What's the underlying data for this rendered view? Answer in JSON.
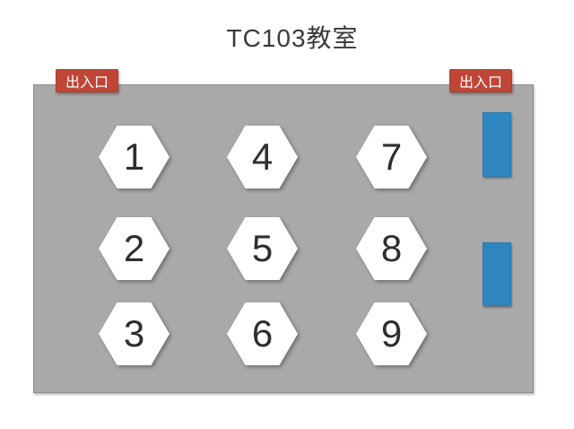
{
  "page": {
    "title": "TC103教室"
  },
  "entrances": [
    {
      "label": "出入口",
      "position": "top-left"
    },
    {
      "label": "出入口",
      "position": "top-right"
    }
  ],
  "seats": [
    {
      "label": "1"
    },
    {
      "label": "2"
    },
    {
      "label": "3"
    },
    {
      "label": "4"
    },
    {
      "label": "5"
    },
    {
      "label": "6"
    },
    {
      "label": "7"
    },
    {
      "label": "8"
    },
    {
      "label": "9"
    }
  ],
  "panels": {
    "count": 2,
    "color": "#2e87c0"
  },
  "colors": {
    "room_background": "#a9a9a9",
    "room_border": "#8c8c8c",
    "entrance_background": "#bf4636",
    "entrance_text": "#ffffff",
    "seat_background": "#ffffff",
    "seat_number_text": "#2e2e2e",
    "title_text": "#3a3a3a",
    "page_background": "#ffffff"
  }
}
